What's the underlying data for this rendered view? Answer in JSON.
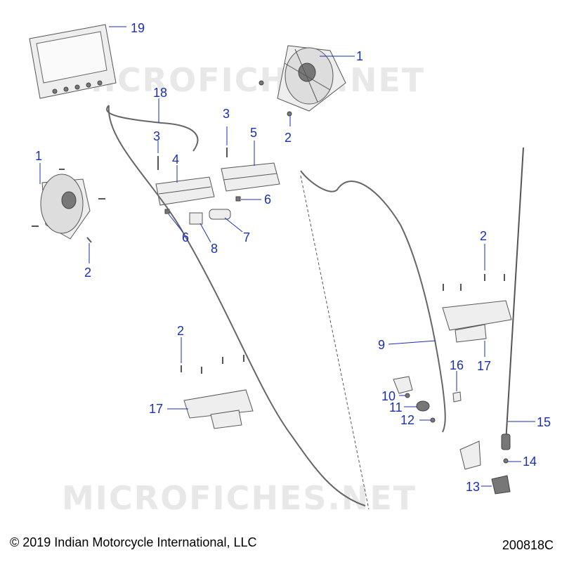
{
  "watermark": "MICROFICHES.NET",
  "copyright": "© 2019 Indian Motorcycle International, LLC",
  "diagram_code": "200818C",
  "callouts": [
    "1",
    "2",
    "3",
    "4",
    "5",
    "6",
    "7",
    "8",
    "9",
    "10",
    "11",
    "12",
    "13",
    "14",
    "15",
    "16",
    "17",
    "18",
    "19"
  ]
}
